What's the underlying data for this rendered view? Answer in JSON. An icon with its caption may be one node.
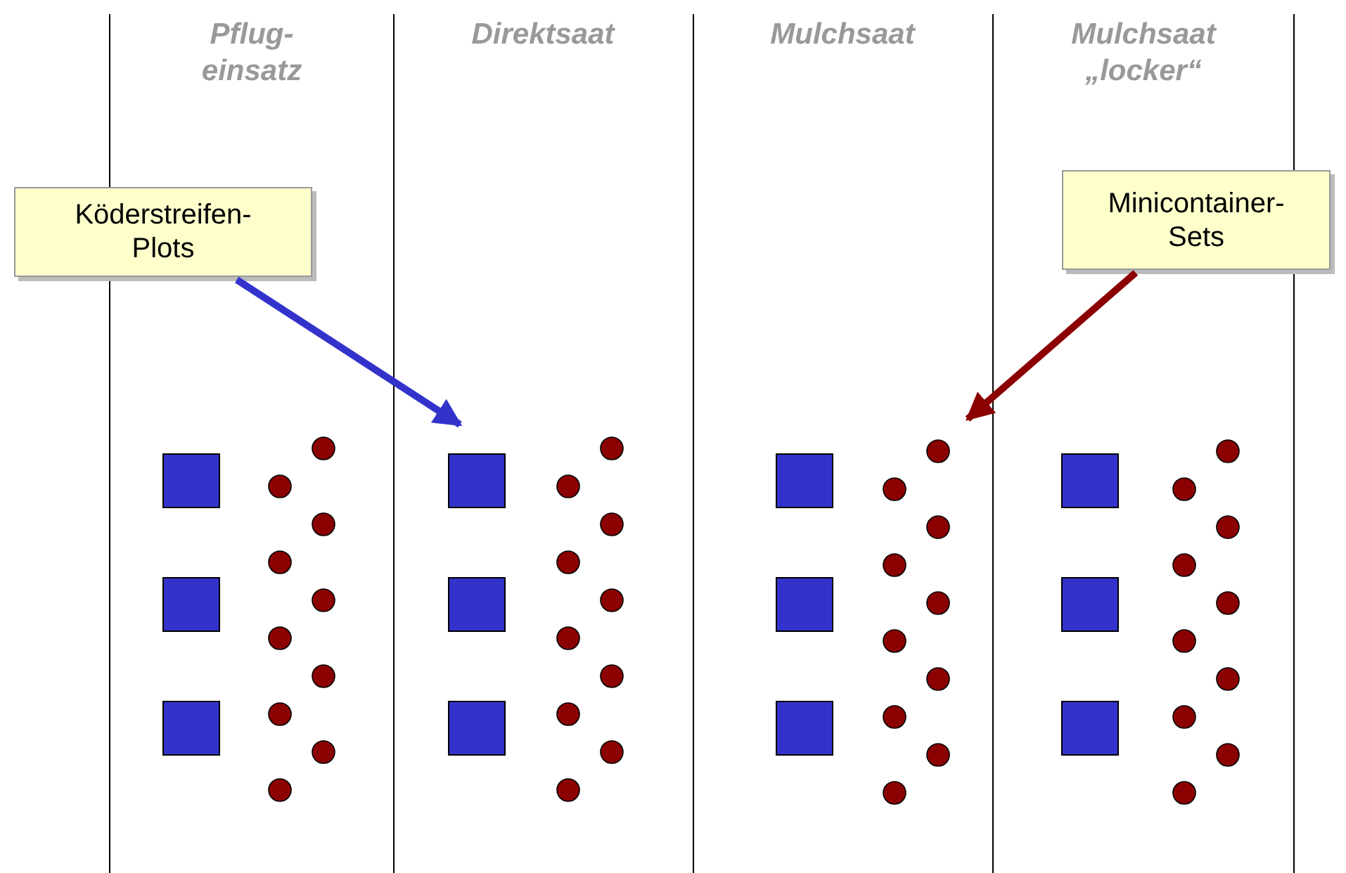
{
  "diagram": {
    "nodes": [
      {
        "text": [
          "Köderstreifen- Plots"
        ]
      },
      {
        "text": [
          "Minicontainer- Sets"
        ]
      }
    ],
    "edges": [
      {
        "from": 0,
        "to": null,
        "arrow": "to",
        "color": "#3333cc"
      },
      {
        "from": 1,
        "to": null,
        "arrow": "to",
        "color": "#8b0000"
      }
    ],
    "labels": [
      "Pflug- einsatz",
      "Direktsaat",
      "Mulchsaat",
      "Mulchsaat „locker“"
    ]
  }
}
